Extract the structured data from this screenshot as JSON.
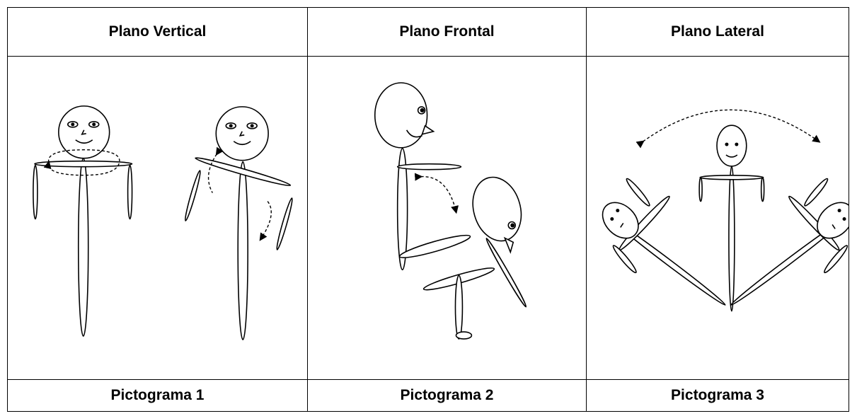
{
  "headers": [
    "Plano Vertical",
    "Plano Frontal",
    "Plano Lateral"
  ],
  "captions": [
    "Pictograma 1",
    "Pictograma 2",
    "Pictograma 3"
  ],
  "pictograms": [
    {
      "icon": "vertical-plane-figures-icon"
    },
    {
      "icon": "frontal-plane-figure-icon"
    },
    {
      "icon": "lateral-plane-figures-icon"
    }
  ]
}
